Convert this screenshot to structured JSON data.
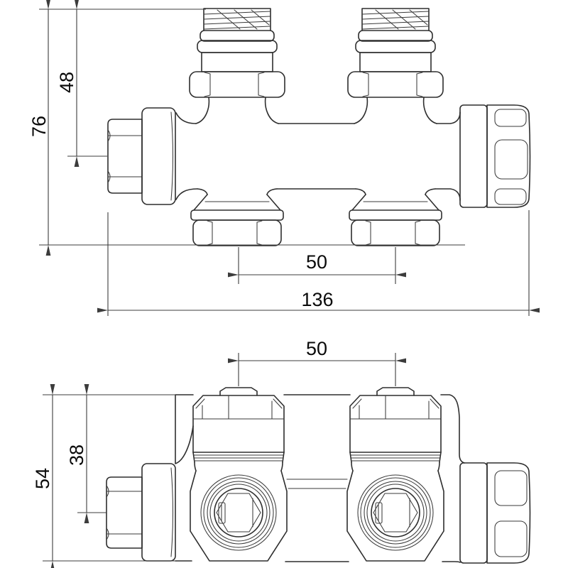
{
  "drawing": {
    "subject": "h-block-radiator-valve-technical-drawing",
    "background": "#ffffff",
    "line_color": "#2e2e2e",
    "front_view": {
      "overall_height": "76",
      "height_to_axis": "48",
      "connection_spacing": "50",
      "overall_width": "136"
    },
    "plan_view": {
      "connection_spacing": "50",
      "depth_to_axis": "38",
      "overall_depth": "54"
    }
  }
}
